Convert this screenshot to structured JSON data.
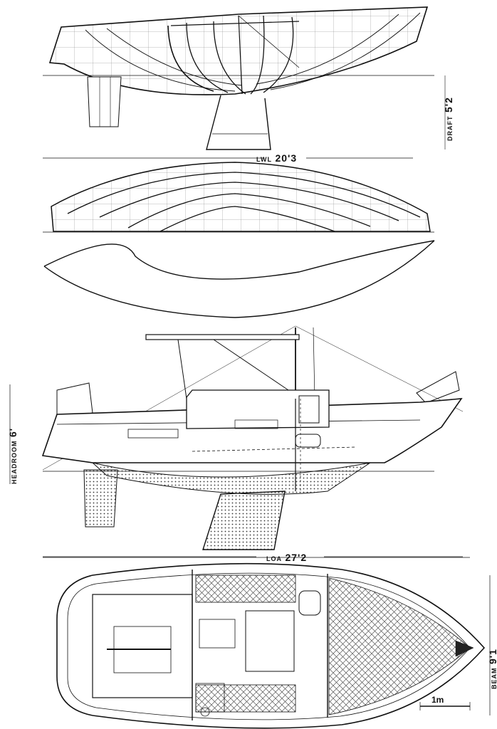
{
  "labels": {
    "lwl_prefix": "LWL",
    "lwl_value": "20'3",
    "draft_prefix": "DRAFT",
    "draft_value": "5'2",
    "headroom_prefix": "HEADROOM",
    "headroom_value": "6'",
    "loa_prefix": "LOA",
    "loa_value": "27'2",
    "beam_prefix": "BEAM",
    "beam_value": "9'1",
    "scale": "1m"
  },
  "colors": {
    "ink": "#111111",
    "paper": "#ffffff",
    "hatch": "#555555"
  }
}
